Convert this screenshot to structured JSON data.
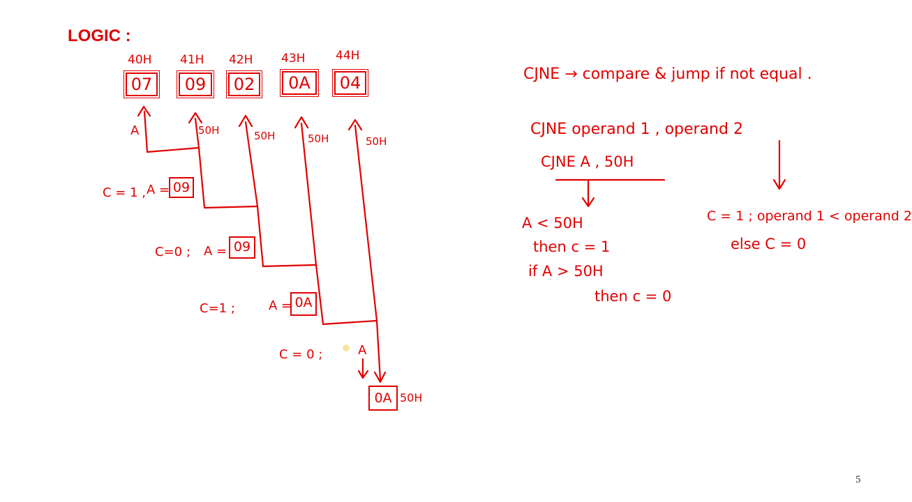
{
  "title": "LOGIC :",
  "memory": [
    {
      "address": "40H",
      "value": "07"
    },
    {
      "address": "41H",
      "value": "09"
    },
    {
      "address": "42H",
      "value": "02"
    },
    {
      "address": "43H",
      "value": "0A"
    },
    {
      "address": "44H",
      "value": "04"
    }
  ],
  "arrow_labels": {
    "a_top": "A",
    "r1": "50H",
    "r2": "50H",
    "r3": "50H",
    "r4": "50H"
  },
  "steps": [
    {
      "carry": "C = 1 ,",
      "a_label": "A =",
      "a_value": "09"
    },
    {
      "carry": "C=0 ;",
      "a_label": "A =",
      "a_value": "09"
    },
    {
      "carry": "C=1 ;",
      "a_label": "A =",
      "a_value": "0A"
    },
    {
      "carry": "C = 0 ;",
      "a_label": "A"
    }
  ],
  "result": {
    "value": "0A",
    "address": "50H"
  },
  "notes": {
    "cjne_def": "CJNE → compare & jump if not equal .",
    "syntax": "CJNE  operand 1 , operand 2",
    "example": "CJNE   A , 50H",
    "left_rule_1": "A < 50H",
    "left_rule_2": "then c = 1",
    "left_rule_3": "if  A > 50H",
    "left_rule_4": "then c = 0",
    "right_rule_1": "C = 1 ; operand 1 < operand 2",
    "right_rule_2": "else  C = 0"
  },
  "page_number": "5",
  "colors": {
    "ink": "#e00000",
    "background": "#ffffff"
  }
}
